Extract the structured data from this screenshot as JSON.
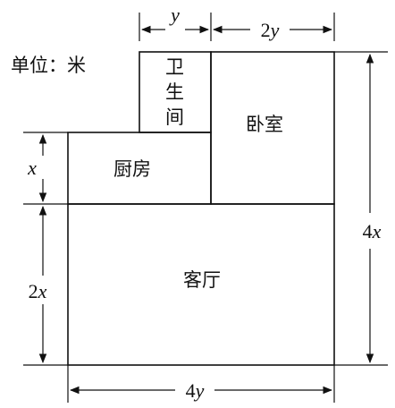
{
  "unit_label": "单位：米",
  "rooms": {
    "bathroom": [
      "卫",
      "生",
      "间"
    ],
    "bedroom": "卧室",
    "kitchen": "厨房",
    "living_room": "客厅"
  },
  "dimensions": {
    "bath_width": {
      "coef": "",
      "var": "y"
    },
    "bed_width": {
      "coef": "2",
      "var": "y"
    },
    "kitchen_height": {
      "coef": "",
      "var": "x"
    },
    "living_height": {
      "coef": "2",
      "var": "x"
    },
    "total_height": {
      "coef": "4",
      "var": "x"
    },
    "total_width": {
      "coef": "4",
      "var": "y"
    }
  }
}
